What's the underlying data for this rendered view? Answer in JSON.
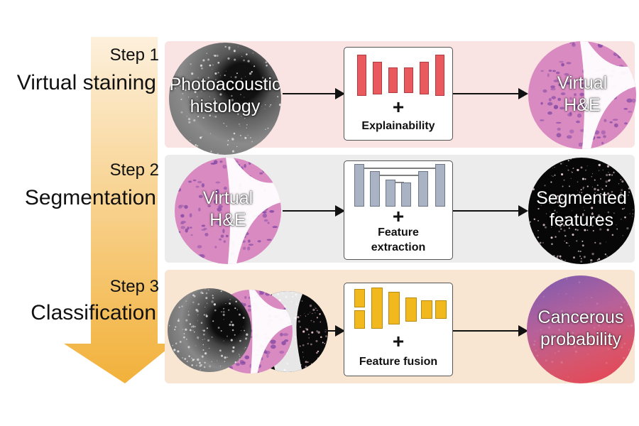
{
  "steps": [
    {
      "number": "Step 1",
      "name": "Virtual staining",
      "input_label_lines": [
        "Photoacoustic",
        "histology"
      ],
      "box_caption_lines": [
        "Explainability"
      ],
      "output_label_lines": [
        "Virtual",
        "H&E"
      ]
    },
    {
      "number": "Step 2",
      "name": "Segmentation",
      "input_label_lines": [
        "Virtual",
        "H&E"
      ],
      "box_caption_lines": [
        "Feature",
        "extraction"
      ],
      "output_label_lines": [
        "Segmented",
        "features"
      ]
    },
    {
      "number": "Step 3",
      "name": "Classification",
      "box_caption_lines": [
        "Feature fusion"
      ],
      "output_label_lines": [
        "Cancerous",
        "probability"
      ]
    }
  ],
  "plus_symbol": "+",
  "colors": {
    "panel_1_bg": "#f9e3e3",
    "panel_2_bg": "#ececec",
    "panel_3_bg": "#f8e6d3",
    "bars_step_1": "#e85a5e",
    "bars_step_2": "#a9b3c4",
    "bars_step_3": "#f2b91f",
    "arrow_gradient_top": "#fbe8cf",
    "arrow_gradient_bottom": "#f2b13a",
    "he_stain_pink": "#d98ac0",
    "he_stain_purple": "#8b4fa8"
  }
}
